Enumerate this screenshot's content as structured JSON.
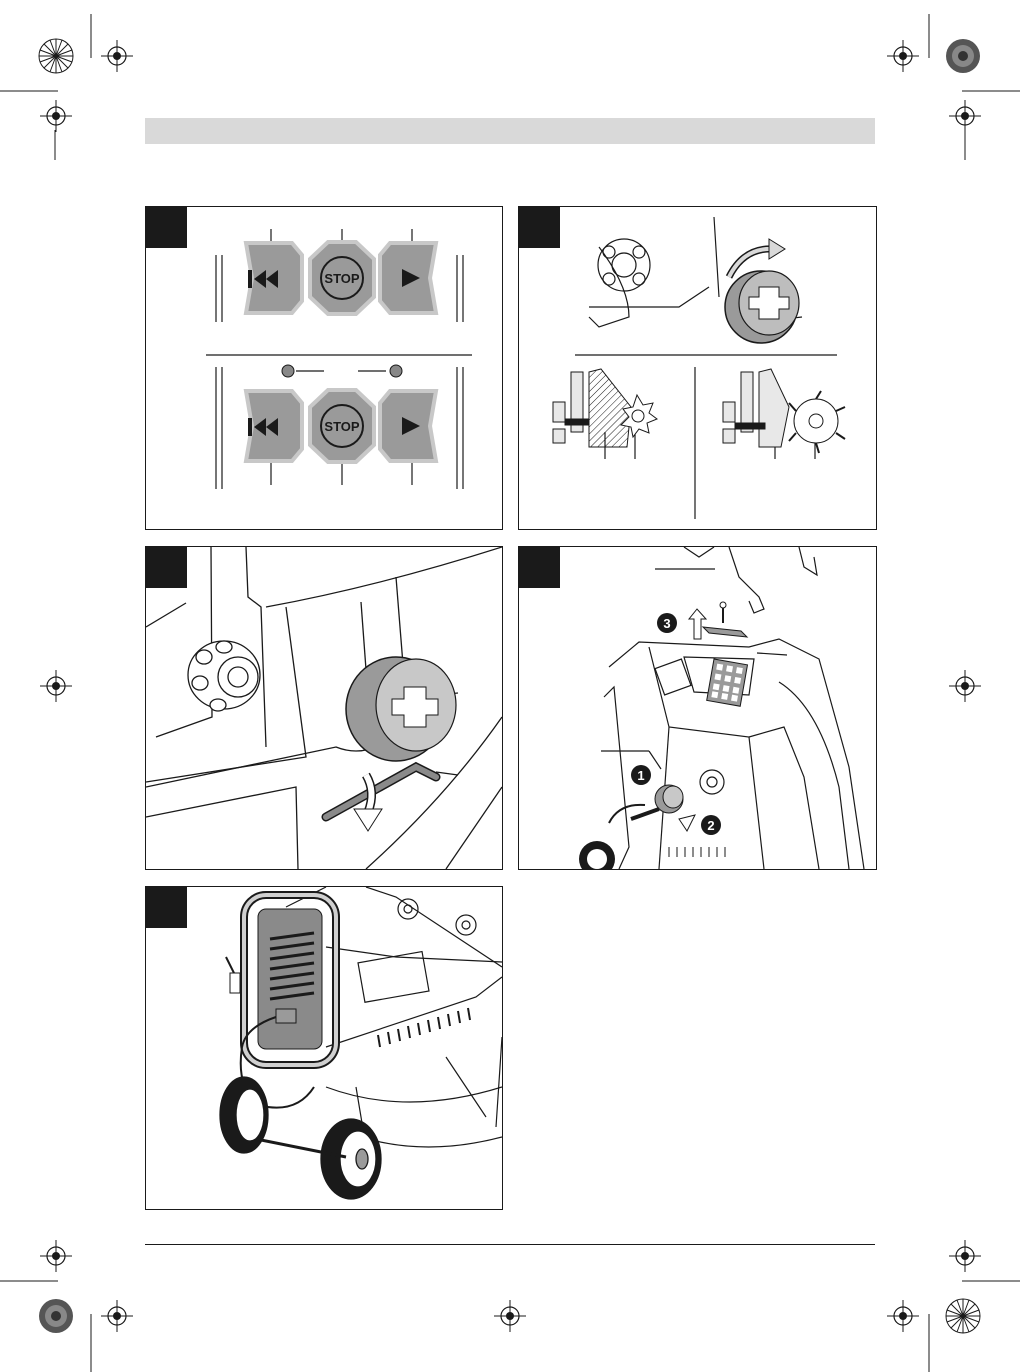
{
  "header": {
    "band_color": "#d9d9d9"
  },
  "figures": [
    {
      "id": "fig-1",
      "buttons": [
        {
          "label": ""
        },
        {
          "label": "STOP"
        },
        {
          "label": ""
        }
      ]
    },
    {
      "id": "fig-2"
    },
    {
      "id": "fig-3"
    },
    {
      "id": "fig-4",
      "steps": [
        "3",
        "1",
        "2"
      ]
    },
    {
      "id": "fig-5"
    }
  ],
  "colors": {
    "line": "#1a1a1a",
    "button_fill": "#9a9a9a",
    "button_border": "#c8c8c8",
    "accent_grey": "#d9d9d9"
  },
  "icons": [
    "registration-mark",
    "color-target",
    "rewind-icon",
    "stop-icon",
    "play-icon",
    "rotate-arrow-icon"
  ]
}
